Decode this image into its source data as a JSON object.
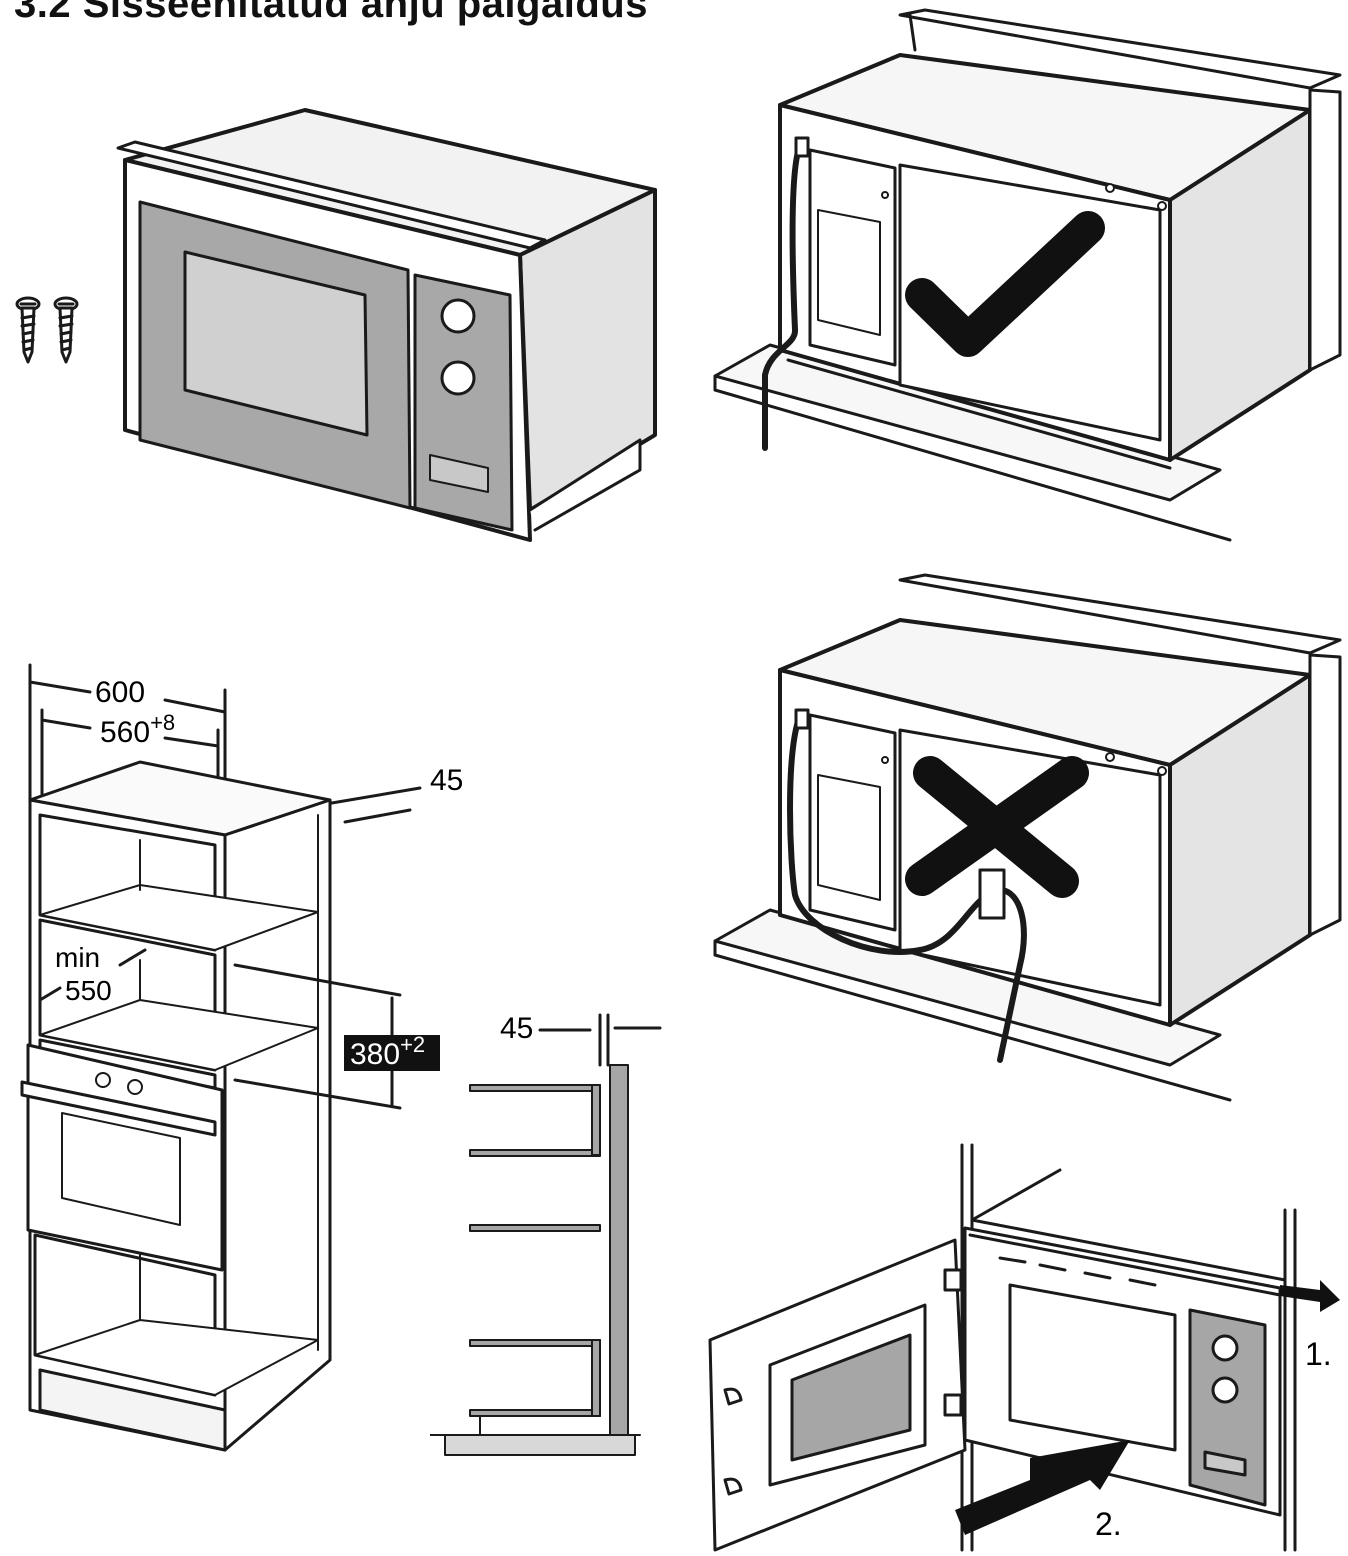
{
  "heading": "3.2 Sisseehitatud ahju paigaldus",
  "icons": {
    "screws": "screw-icon",
    "correct": "checkmark-icon",
    "wrong": "cross-icon",
    "direction": "arrow-icon"
  },
  "dimensions": {
    "outer_width": "600",
    "inner_width_base": "560",
    "inner_width_tol": "+8",
    "depth_top": "45",
    "min_label": "min",
    "min_value": "550",
    "niche_height_base": "380",
    "niche_height_tol": "+2",
    "side_offset": "45"
  },
  "steps": {
    "step1": "1.",
    "step2": "2."
  },
  "colors": {
    "line": "#1a1a1a",
    "panel": "#a6a6a6",
    "side": "#e4e4e4",
    "window": "#c8c8c8",
    "label_bg": "#111111"
  }
}
